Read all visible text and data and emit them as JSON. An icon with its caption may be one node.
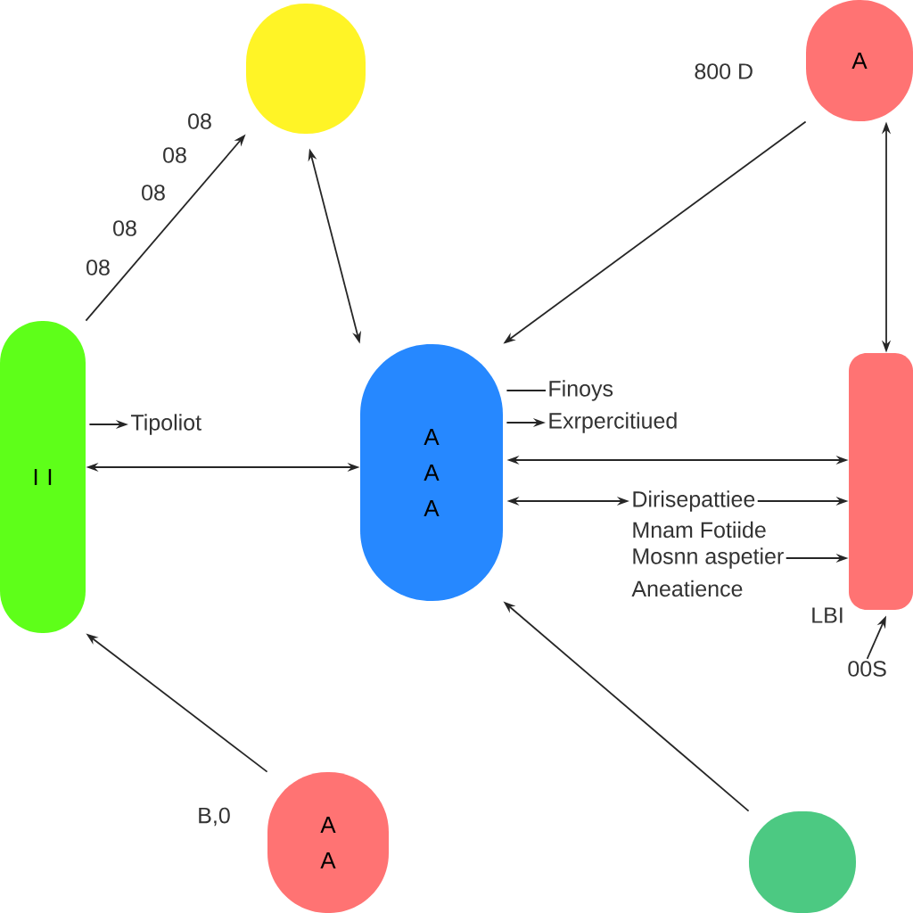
{
  "diagram": {
    "nodes": [
      {
        "text": [],
        "shape": "circle"
      },
      {
        "text": [
          "A"
        ]
      },
      {
        "text": [
          "I I"
        ]
      },
      {
        "text": [
          "A A A"
        ]
      },
      {
        "text": [],
        "shape": "box"
      },
      {
        "text": [
          "A A"
        ]
      },
      {
        "text": [],
        "shape": "circle"
      },
      {
        "text": [
          "Tipoliot"
        ]
      },
      {
        "text": [
          "Finoys"
        ]
      },
      {
        "text": [
          "Exrpercitiued"
        ]
      },
      {
        "text": [
          "Dirisepattiee"
        ]
      },
      {
        "text": [
          "Mosnn aspetier"
        ]
      },
      {
        "text": [
          "00S"
        ]
      }
    ],
    "edges": [
      {
        "from": 2,
        "to": 0,
        "arrow": "to"
      },
      {
        "from": 0,
        "to": 3,
        "arrow": "both"
      },
      {
        "from": 1,
        "to": 3,
        "arrow": "to"
      },
      {
        "from": 1,
        "to": 4,
        "arrow": "both"
      },
      {
        "from": 2,
        "to": 3,
        "arrow": "both"
      },
      {
        "from": 3,
        "to": 4,
        "arrow": "both"
      },
      {
        "from": 5,
        "to": 2,
        "arrow": "to"
      },
      {
        "from": 6,
        "to": 3,
        "arrow": "to"
      },
      {
        "from": 2,
        "to": 7,
        "arrow": "to"
      },
      {
        "from": 3,
        "to": 8,
        "arrow": "none"
      },
      {
        "from": 3,
        "to": 9,
        "arrow": "to"
      },
      {
        "from": 10,
        "to": 4,
        "arrow": "to"
      },
      {
        "from": 11,
        "to": 4,
        "arrow": "to"
      },
      {
        "from": 12,
        "to": 4,
        "arrow": "to"
      },
      {
        "from": 3,
        "to": 10,
        "arrow": "both"
      }
    ],
    "labels": [
      "800 D",
      "08",
      "08",
      "08",
      "08",
      "08",
      "Mnam Fotiide",
      "Aneatience",
      "LBI",
      "B,0"
    ]
  }
}
